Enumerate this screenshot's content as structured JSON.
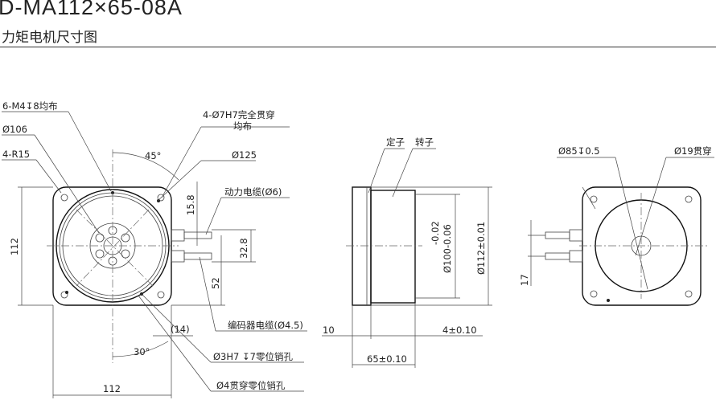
{
  "header": {
    "model": "D-MA112×65-08A",
    "subtitle": "力矩电机尺寸图"
  },
  "front_view": {
    "labels": {
      "tapped_holes": "6-M4↧8均布",
      "inner_dia": "Ø106",
      "corner_radius": "4-R15",
      "through_holes_line1": "4-Ø7H7完全贯穿",
      "through_holes_line2": "均布",
      "bolt_circle": "Ø125",
      "power_cable": "动力电缆(Ø6)",
      "encoder_cable": "编码器电缆(Ø4.5)",
      "pin_hole_3": "Ø3H7 ↧7零位销孔",
      "pin_hole_4": "Ø4贯穿零位销孔",
      "angle_45": "45°",
      "angle_30": "30°",
      "dim_14": "(14)",
      "dim_15_8": "15.8",
      "dim_32_8": "32.8",
      "dim_52": "52",
      "dim_height": "112",
      "dim_width": "112"
    }
  },
  "side_view": {
    "labels": {
      "stator": "定子",
      "rotor": "转子",
      "bore_dia": "Ø100-0.06",
      "bore_tol": "-0.02",
      "outer_dia": "Ø112±0.01",
      "dim_10": "10",
      "dim_4": "4±0.10",
      "dim_65": "65±0.10"
    }
  },
  "back_view": {
    "labels": {
      "dia_85": "Ø85↧0.5",
      "dia_19": "Ø19贯穿",
      "dim_17": "17"
    }
  }
}
